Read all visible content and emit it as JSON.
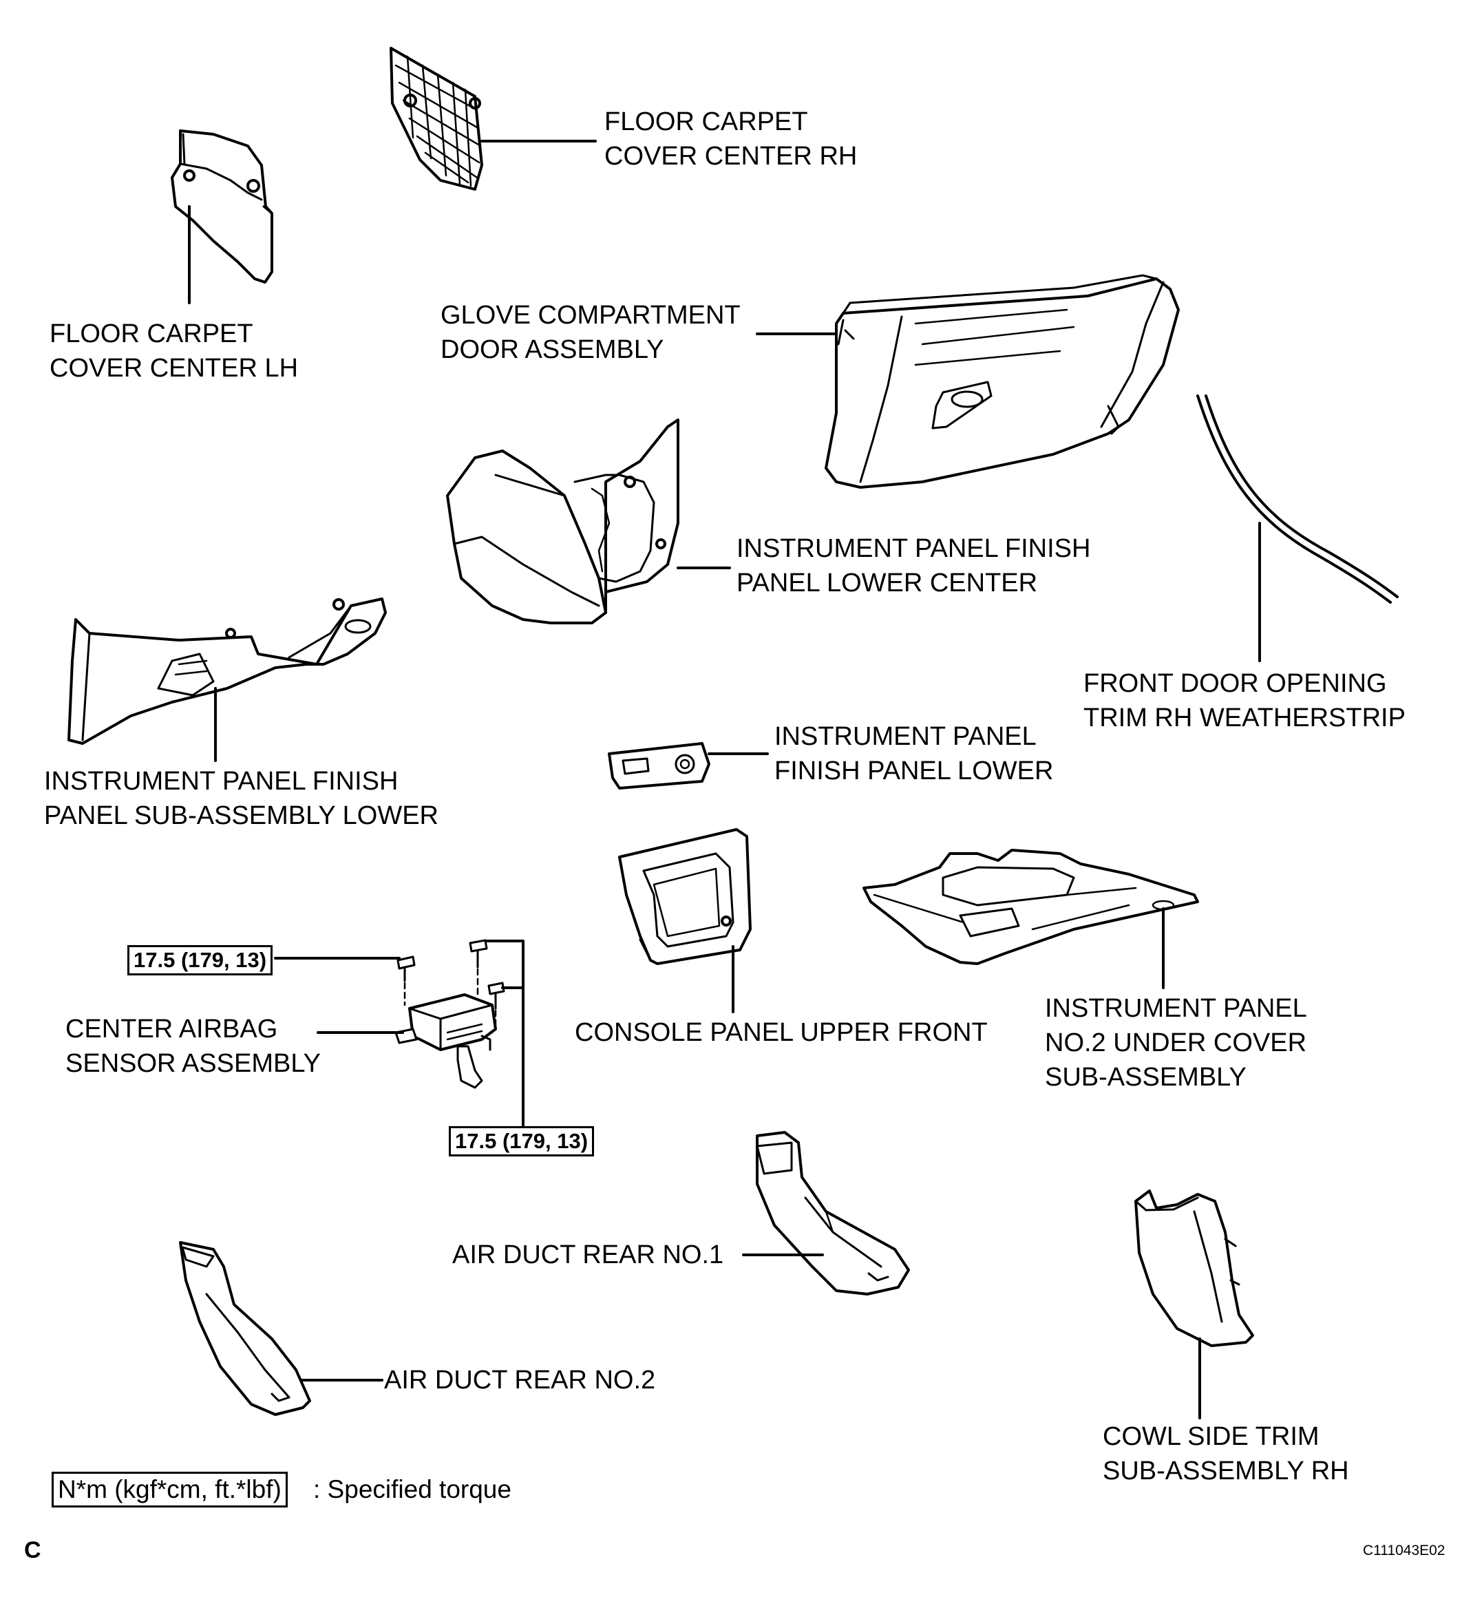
{
  "labels": {
    "floor_carpet_rh": [
      "FLOOR CARPET",
      "COVER CENTER RH"
    ],
    "floor_carpet_lh": [
      "FLOOR CARPET",
      "COVER CENTER LH"
    ],
    "glove_compartment": [
      "GLOVE COMPARTMENT",
      "DOOR ASSEMBLY"
    ],
    "ip_finish_lower_center": [
      "INSTRUMENT PANEL FINISH",
      "PANEL LOWER CENTER"
    ],
    "front_door_weatherstrip": [
      "FRONT DOOR OPENING",
      "TRIM RH WEATHERSTRIP"
    ],
    "ip_finish_sub_assembly_lower": [
      "INSTRUMENT PANEL FINISH",
      "PANEL SUB-ASSEMBLY LOWER"
    ],
    "ip_finish_panel_lower": [
      "INSTRUMENT PANEL",
      "FINISH PANEL LOWER"
    ],
    "center_airbag_sensor": [
      "CENTER AIRBAG",
      "SENSOR ASSEMBLY"
    ],
    "console_panel_upper_front": [
      "CONSOLE PANEL UPPER FRONT"
    ],
    "ip_no2_under_cover": [
      "INSTRUMENT PANEL",
      "NO.2 UNDER COVER",
      "SUB-ASSEMBLY"
    ],
    "air_duct_rear_no1": [
      "AIR DUCT REAR NO.1"
    ],
    "air_duct_rear_no2": [
      "AIR DUCT REAR NO.2"
    ],
    "cowl_side_trim_rh": [
      "COWL SIDE TRIM",
      "SUB-ASSEMBLY RH"
    ]
  },
  "torque": {
    "top": "17.5 (179, 13)",
    "bottom": "17.5 (179, 13)"
  },
  "legend": {
    "unit_box": "N*m (kgf*cm, ft.*lbf)",
    "description": ": Specified torque"
  },
  "footer": {
    "corner_letter": "C",
    "figure_code": "C111043E02"
  }
}
